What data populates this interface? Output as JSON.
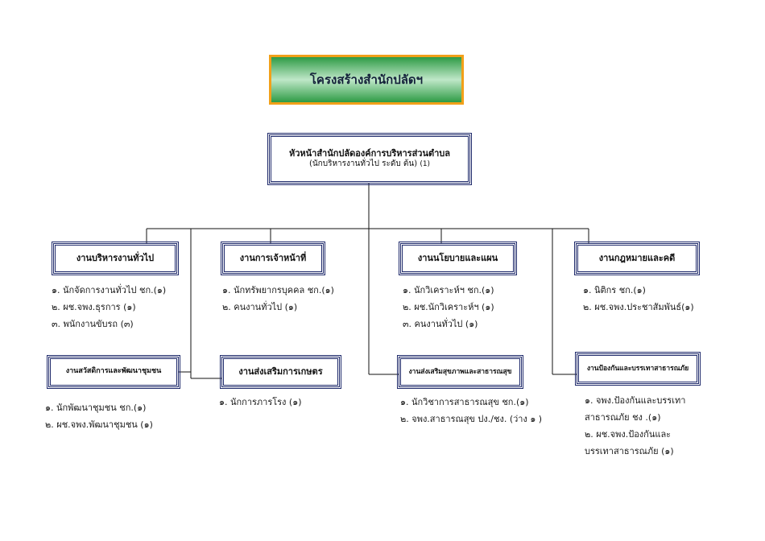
{
  "title": "โครงสร้างสำนักปลัดฯ",
  "head": {
    "line1": "หัวหน้าสำนักปลัดองค์การบริหารส่วนตำบล",
    "line2": "(นักบริหารงานทั่วไป ระดับ ต้น)",
    "count": "(1)"
  },
  "units": [
    {
      "name": "งานบริหารงานทั่วไป",
      "staff": [
        "๑. นักจัดการงานทั่วไป ชก.(๑)",
        "๒. ผช.จพง.ธุรการ (๑)",
        "๓. พนักงานขับรถ (๓)"
      ]
    },
    {
      "name": "งานการเจ้าหน้าที่",
      "staff": [
        "๑. นักทรัพยากรบุคคล ชก.(๑)",
        "๒. คนงานทั่วไป (๑)"
      ]
    },
    {
      "name": "งานนโยบายและแผน",
      "staff": [
        "๑. นักวิเคราะห์ฯ ชก.(๑)",
        "๒. ผช.นักวิเคราะห์ฯ (๑)",
        "๓. คนงานทั่วไป (๑)"
      ]
    },
    {
      "name": "งานกฎหมายและคดี",
      "staff": [
        "๑. นิติกร ชก.(๑)",
        "๒. ผช.จพง.ประชาสัมพันธ์(๑)"
      ]
    },
    {
      "name": "งานสวัสดิการและพัฒนาชุมชน",
      "staff": [
        "๑. นักพัฒนาชุมชน ชก.(๑)",
        "๒. ผช.จพง.พัฒนาชุมชน (๑)"
      ]
    },
    {
      "name": "งานส่งเสริมการเกษตร",
      "staff": [
        "๑. นักการภารโรง (๑)"
      ]
    },
    {
      "name": "งานส่งเสริมสุขภาพและสาธารณสุข",
      "staff": [
        "๑. นักวิชาการสาธารณสุข ชก.(๑)",
        "๒. จพง.สาธารณสุข ปง./ชง. (ว่าง ๑ )"
      ]
    },
    {
      "name": "งานป้องกันและบรรเทาสาธารณภัย",
      "staff": [
        "๑. จพง.ป้องกันและบรรเทา",
        "สาธารณภัย ชง .(๑)",
        "๒. ผช.จพง.ป้องกันและ",
        "บรรเทาสาธารณภัย (๑)"
      ]
    }
  ]
}
